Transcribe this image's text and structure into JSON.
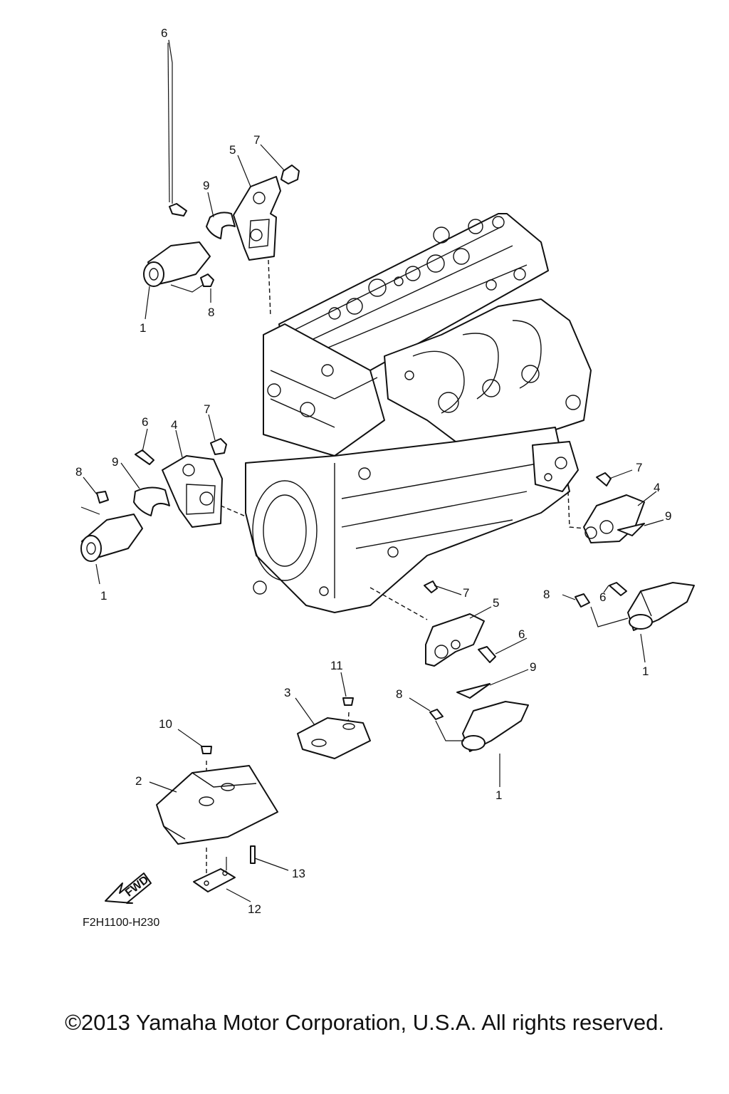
{
  "diagram": {
    "ref_code": "F2H1100-H230",
    "fwd_label": "FWD",
    "callouts": [
      {
        "id": "c1",
        "text": "7"
      },
      {
        "id": "c2",
        "text": "5"
      },
      {
        "id": "c3",
        "text": "6"
      },
      {
        "id": "c4",
        "text": "9"
      },
      {
        "id": "c5",
        "text": "8"
      },
      {
        "id": "c6",
        "text": "1"
      },
      {
        "id": "c7",
        "text": "7"
      },
      {
        "id": "c8",
        "text": "6"
      },
      {
        "id": "c9",
        "text": "4"
      },
      {
        "id": "c10",
        "text": "8"
      },
      {
        "id": "c11",
        "text": "9"
      },
      {
        "id": "c12",
        "text": "1"
      },
      {
        "id": "c13",
        "text": "7"
      },
      {
        "id": "c14",
        "text": "4"
      },
      {
        "id": "c15",
        "text": "9"
      },
      {
        "id": "c16",
        "text": "8"
      },
      {
        "id": "c17",
        "text": "6"
      },
      {
        "id": "c18",
        "text": "1"
      },
      {
        "id": "c19",
        "text": "7"
      },
      {
        "id": "c20",
        "text": "5"
      },
      {
        "id": "c21",
        "text": "6"
      },
      {
        "id": "c22",
        "text": "9"
      },
      {
        "id": "c23",
        "text": "8"
      },
      {
        "id": "c24",
        "text": "1"
      },
      {
        "id": "c25",
        "text": "11"
      },
      {
        "id": "c26",
        "text": "3"
      },
      {
        "id": "c27",
        "text": "10"
      },
      {
        "id": "c28",
        "text": "2"
      },
      {
        "id": "c29",
        "text": "13"
      },
      {
        "id": "c30",
        "text": "12"
      }
    ]
  },
  "footer": {
    "copyright": "©2013 Yamaha Motor Corporation, U.S.A. All rights reserved."
  }
}
